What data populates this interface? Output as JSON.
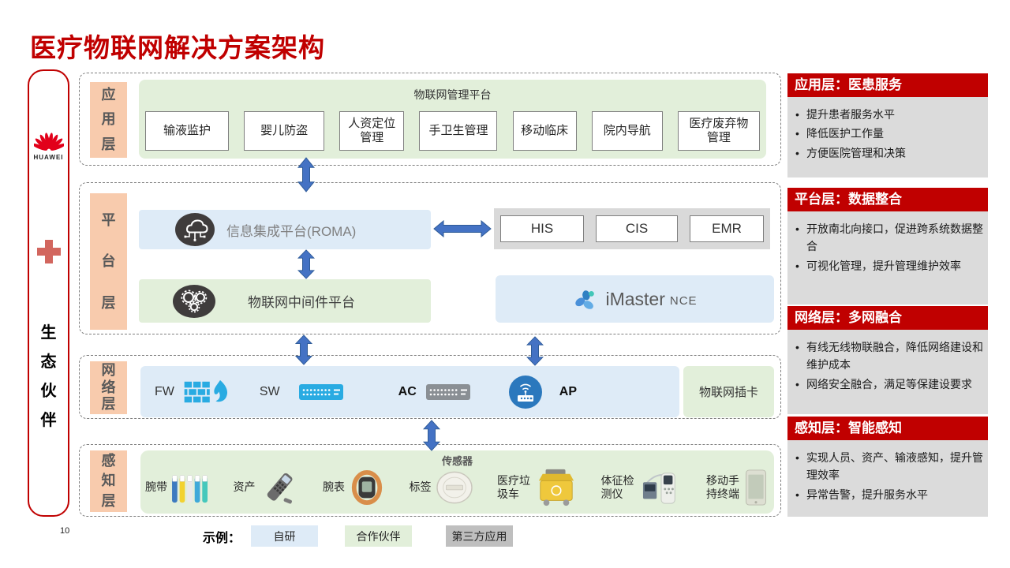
{
  "title": "医疗物联网解决方案架构",
  "page_number": "10",
  "ecosystem_bar": {
    "brand": "HUAWEI",
    "label": "生态伙伴"
  },
  "layers": {
    "application": {
      "label": "应用层",
      "platform_title": "物联网管理平台",
      "apps": [
        "输液监护",
        "婴儿防盗",
        "人资定位管理",
        "手卫生管理",
        "移动临床",
        "院内导航",
        "医疗废弃物管理"
      ]
    },
    "platform": {
      "label": "平台层",
      "roma": "信息集成平台(ROMA)",
      "middleware": "物联网中间件平台",
      "hospital_systems": [
        "HIS",
        "CIS",
        "EMR"
      ],
      "imaster": {
        "name": "iMaster",
        "suffix": "NCE"
      }
    },
    "network": {
      "label": "网络层",
      "devices": [
        "FW",
        "SW",
        "AC",
        "AP"
      ],
      "card": "物联网插卡"
    },
    "perception": {
      "label": "感知层",
      "group_title": "传感器",
      "sensors": [
        "腕带",
        "资产",
        "腕表",
        "标签",
        "医疗垃圾车",
        "体征检测仪",
        "移动手持终端"
      ]
    }
  },
  "sidebar": {
    "sections": [
      {
        "title": "应用层：医患服务",
        "bullets": [
          "提升患者服务水平",
          "降低医护工作量",
          "方便医院管理和决策"
        ]
      },
      {
        "title": "平台层：数据整合",
        "bullets": [
          "开放南北向接口，促进跨系统数据整合",
          "可视化管理，提升管理维护效率"
        ]
      },
      {
        "title": "网络层：多网融合",
        "bullets": [
          "有线无线物联融合，降低网络建设和维护成本",
          "网络安全融合，满足等保建设要求"
        ]
      },
      {
        "title": "感知层：智能感知",
        "bullets": [
          "实现人员、资产、输液感知，提升管理效率",
          "异常告警，提升服务水平"
        ]
      }
    ]
  },
  "legend": {
    "label": "示例：",
    "items": [
      "自研",
      "合作伙伴",
      "第三方应用"
    ]
  },
  "colors": {
    "title_red": "#C00000",
    "header_red": "#C00000",
    "label_peach": "#F8CBAD",
    "self_blue": "#DEEBF7",
    "partner_green": "#E2EFDA",
    "third_gray": "#BFBFBF",
    "arrow_blue": "#4472C4",
    "huawei_red": "#E2001A"
  }
}
